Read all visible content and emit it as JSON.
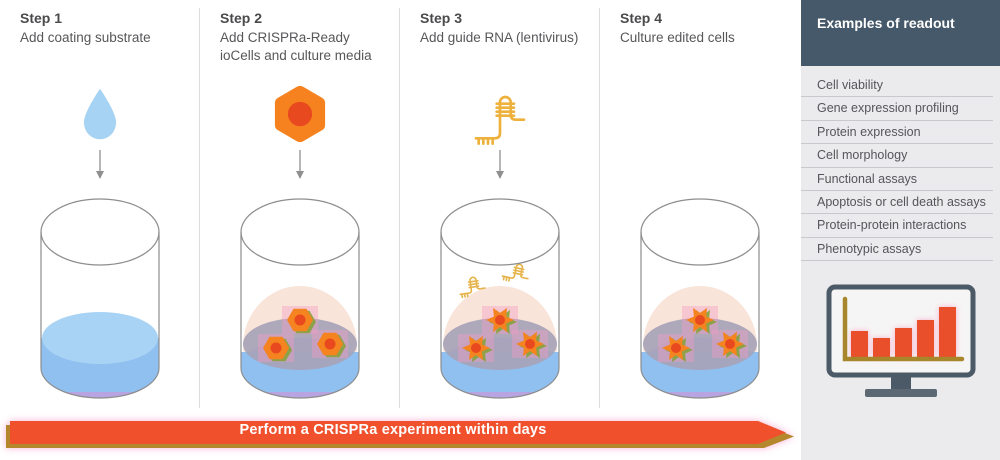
{
  "steps": [
    {
      "title": "Step 1",
      "description": "Add coating substrate",
      "icon": "droplet-icon",
      "beaker": "beaker-with-coating-substrate"
    },
    {
      "title": "Step 2",
      "description": "Add CRISPRa-Ready ioCells and culture media",
      "icon": "iocell-icon",
      "beaker": "beaker-with-cells-and-media"
    },
    {
      "title": "Step 3",
      "description": "Add guide RNA (lentivirus)",
      "icon": "guide-rna-icon",
      "beaker": "beaker-with-cells-and-guide-rna"
    },
    {
      "title": "Step 4",
      "description": "Culture edited cells",
      "icon": "",
      "beaker": "beaker-with-edited-cells"
    }
  ],
  "banner": {
    "label": "Perform a CRISPRa experiment within days"
  },
  "sidebar": {
    "title": "Examples of readout",
    "items": [
      "Cell viability",
      "Gene expression profiling",
      "Protein expression",
      "Cell morphology",
      "Functional assays",
      "Apoptosis or cell death assays",
      "Protein-protein interactions",
      "Phenotypic assays"
    ],
    "monitor_icon": "monitor-bar-chart-icon",
    "monitor_bar_heights": [
      26,
      19,
      29,
      37,
      50
    ]
  },
  "colors": {
    "accent_orange": "#f0502c",
    "gold_edge": "#b5872c",
    "sidebar_header_bg": "#45596a",
    "sidebar_bg": "#ebeaec",
    "droplet_blue": "#a6d3f3",
    "cell_orange": "#f5821f",
    "cell_nucleus": "#e8491f",
    "rna_yellow": "#eeb13c",
    "media_pink": "#f9e4da",
    "substrate_blue": "#8fc0ef",
    "disc_gray": "#a7a3b9"
  }
}
